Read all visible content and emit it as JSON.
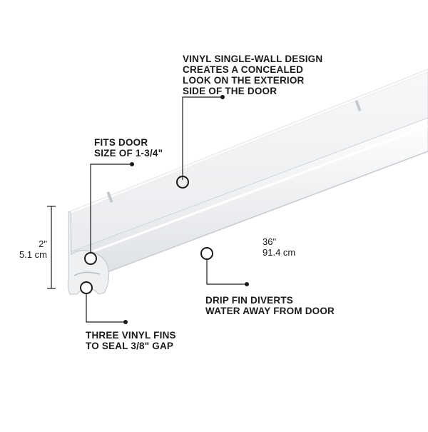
{
  "callouts": {
    "vinyl_design": [
      "VINYL SINGLE-WALL DESIGN",
      "CREATES A CONCEALED",
      "LOOK ON THE EXTERIOR",
      "SIDE OF THE DOOR"
    ],
    "fits_door": [
      "FITS DOOR",
      "SIZE OF 1-3/4\""
    ],
    "three_fins": [
      "THREE VINYL FINS",
      "TO SEAL 3/8\" GAP"
    ],
    "drip_fin": [
      "DRIP FIN DIVERTS",
      "WATER AWAY FROM DOOR"
    ]
  },
  "dimensions": {
    "height": [
      "2\"",
      "5.1 cm"
    ],
    "length": [
      "36\"",
      "91.4 cm"
    ]
  },
  "colors": {
    "product": "#f4f5f6",
    "product_shadow": "#dfe1e4",
    "line": "#1a1a1a"
  }
}
